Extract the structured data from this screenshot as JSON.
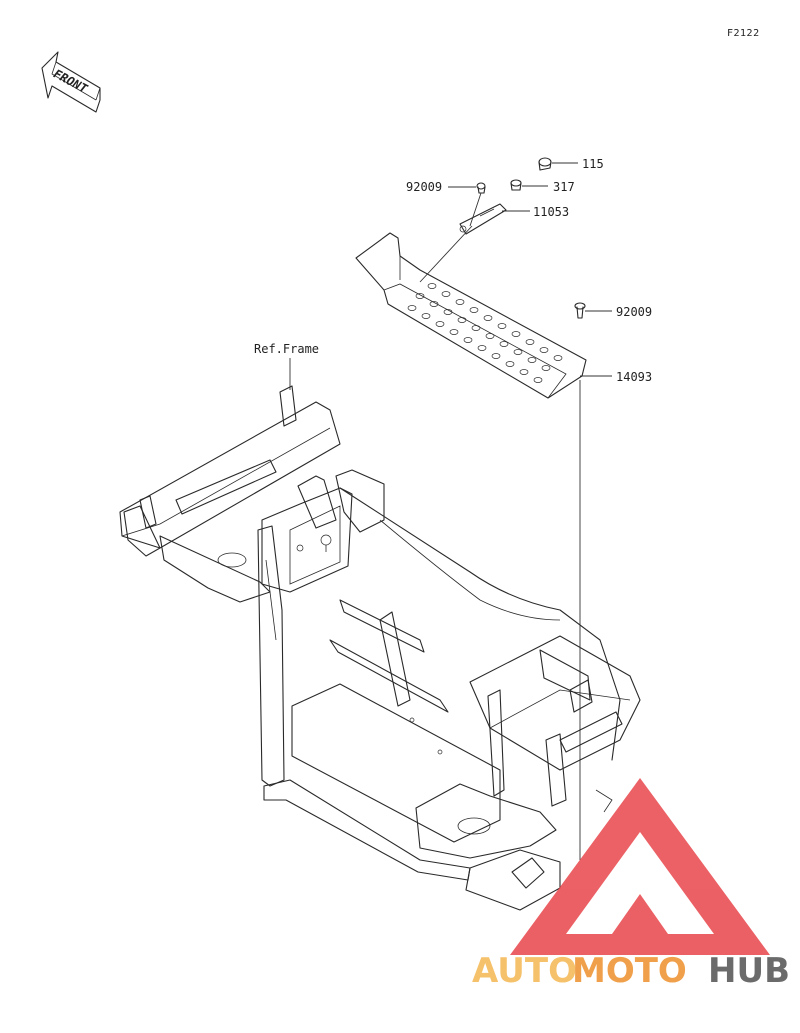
{
  "diagram_code": "F2122",
  "front_arrow_label": "FRONT",
  "ref_frame_label": "Ref.Frame",
  "callouts": [
    {
      "id": "c115",
      "number": "115"
    },
    {
      "id": "c317",
      "number": "317"
    },
    {
      "id": "c92009a",
      "number": "92009"
    },
    {
      "id": "c11053",
      "number": "11053"
    },
    {
      "id": "c92009b",
      "number": "92009"
    },
    {
      "id": "c14093",
      "number": "14093"
    }
  ],
  "watermark": {
    "part1": "AUTO",
    "part2": "MOTO",
    "part3": "HUB",
    "color1": "#f5c16b",
    "color2": "#f0a04b",
    "color3": "#6b6b6b",
    "logo_color": "#e8454a"
  }
}
